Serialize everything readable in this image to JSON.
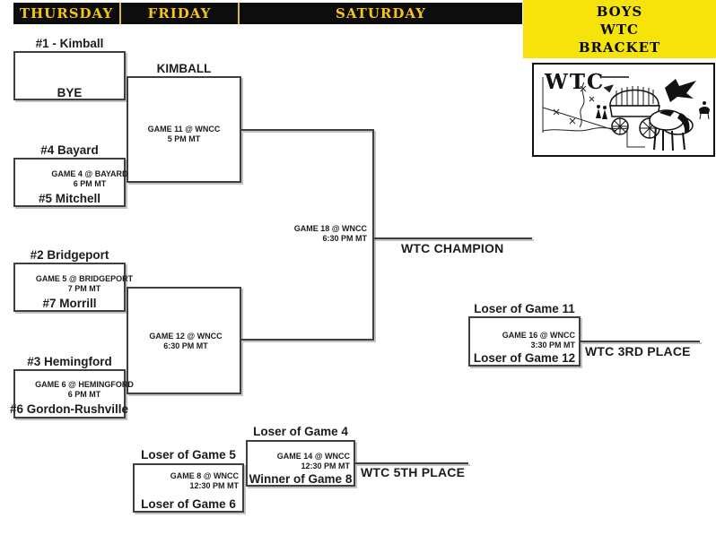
{
  "header": {
    "days": [
      "THURSDAY",
      "FRIDAY",
      "SATURDAY"
    ]
  },
  "title_box": {
    "line1": "BOYS",
    "line2": "WTC",
    "line3": "BRACKET"
  },
  "logo": {
    "label": "WTC"
  },
  "colors": {
    "bar_background": "#0d0d0d",
    "bar_text_yellow": "#f5c414",
    "title_box_yellow": "#f6e30b",
    "bracket_line": "#3f3f3f",
    "text": "#1c1c1c"
  },
  "round1": {
    "m1": {
      "top": "#1 - Kimball",
      "bottom": "BYE"
    },
    "m4": {
      "top": "#4 Bayard",
      "bottom": "#5 Mitchell",
      "game": "GAME 4 @ BAYARD",
      "time": "6 PM MT"
    },
    "m5": {
      "top": "#2 Bridgeport",
      "bottom": "#7 Morrill",
      "game": "GAME 5 @ BRIDGEPORT",
      "time": "7 PM MT"
    },
    "m6": {
      "top": "#3 Hemingford",
      "bottom": "#6 Gordon-Rushville",
      "game": "GAME 6 @ HEMINGFORD",
      "time": "6 PM MT"
    }
  },
  "semis": {
    "g11": {
      "advancer": "KIMBALL",
      "game": "GAME 11 @ WNCC",
      "time": "5 PM MT"
    },
    "g12": {
      "game": "GAME 12 @ WNCC",
      "time": "6:30 PM MT"
    }
  },
  "final": {
    "game": "GAME 18 @ WNCC",
    "time": "6:30 PM MT",
    "champion_label": "WTC CHAMPION"
  },
  "third_place": {
    "top": "Loser of Game 11",
    "bottom": "Loser of Game 12",
    "game": "GAME 16 @ WNCC",
    "time": "3:30 PM MT",
    "place_label": "WTC 3RD PLACE"
  },
  "fifth_place": {
    "semi": {
      "top": "Loser of Game 5",
      "bottom": "Loser of Game 6",
      "game": "GAME 8 @ WNCC",
      "time": "12:30 PM MT"
    },
    "final": {
      "top": "Loser of Game 4",
      "bottom": "Winner of Game 8",
      "game": "GAME 14 @ WNCC",
      "time": "12:30 PM MT",
      "place_label": "WTC 5TH PLACE"
    }
  }
}
